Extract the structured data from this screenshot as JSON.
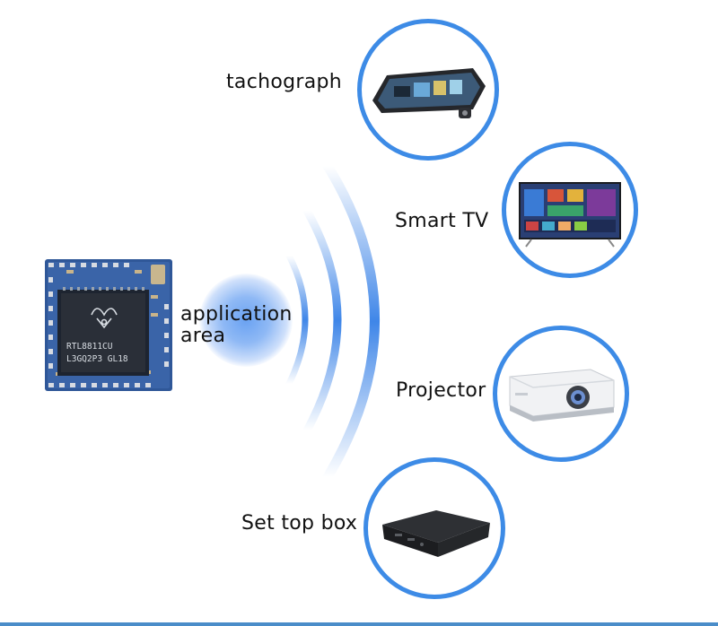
{
  "center_label_line1": "application",
  "center_label_line2": "area",
  "chip_marking_line1": "RTL8811CU",
  "chip_marking_line2": "L3GQ2P3 GL18",
  "devices": [
    {
      "label": "tachograph"
    },
    {
      "label": "Smart TV"
    },
    {
      "label": "Projector"
    },
    {
      "label": "Set top box"
    }
  ],
  "colors": {
    "ring": "#3d8be6",
    "wave": "#3f86e8",
    "pcb": "#2b4f8f"
  }
}
